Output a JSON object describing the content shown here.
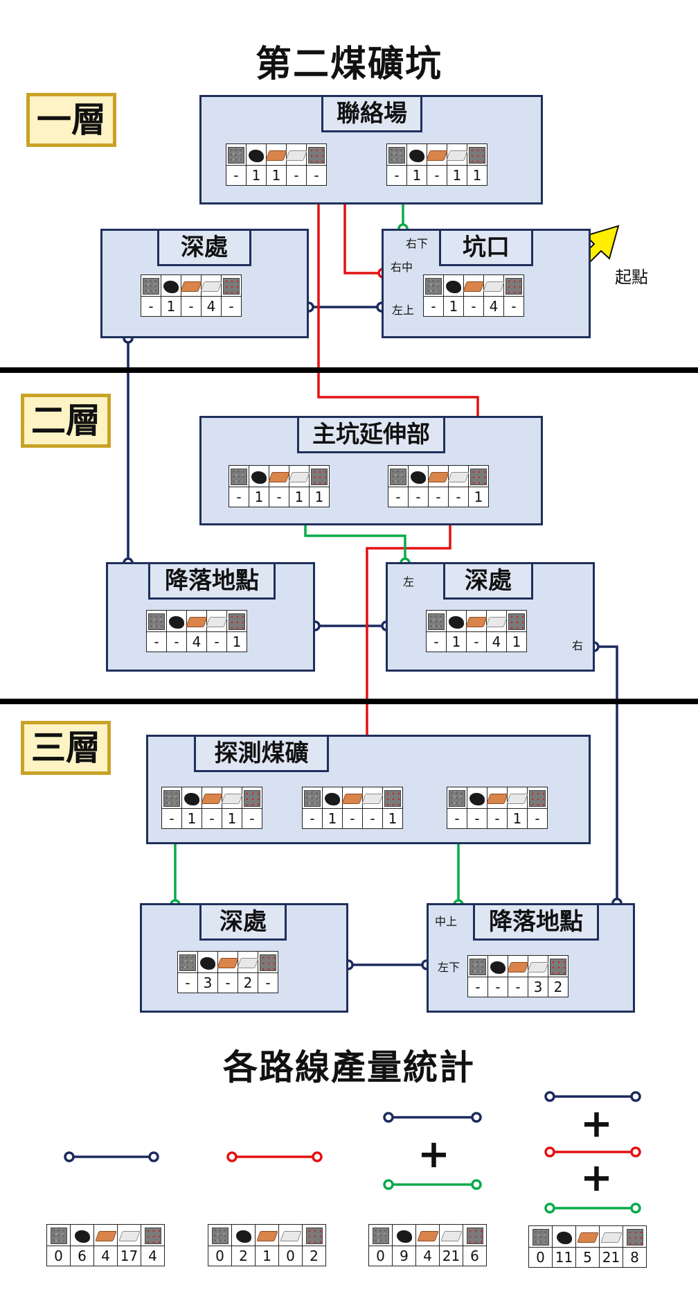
{
  "title": "第二煤礦坑",
  "stats_title": "各路線產量統計",
  "start_label": "起點",
  "floors": {
    "f1": "一層",
    "f2": "二層",
    "f3": "三層"
  },
  "rooms": {
    "f1_hub": {
      "title": "聯絡場",
      "tables": [
        [
          "-",
          "1",
          "1",
          "-",
          "-"
        ],
        [
          "-",
          "1",
          "-",
          "1",
          "1"
        ]
      ]
    },
    "f1_deep": {
      "title": "深處",
      "tables": [
        [
          "-",
          "1",
          "-",
          "4",
          "-"
        ]
      ]
    },
    "f1_entry": {
      "title": "坑口",
      "tables": [
        [
          "-",
          "1",
          "-",
          "4",
          "-"
        ]
      ]
    },
    "f2_main": {
      "title": "主坑延伸部",
      "tables": [
        [
          "-",
          "1",
          "-",
          "1",
          "1"
        ],
        [
          "-",
          "-",
          "-",
          "-",
          "1"
        ]
      ]
    },
    "f2_landing": {
      "title": "降落地點",
      "tables": [
        [
          "-",
          "-",
          "4",
          "-",
          "1"
        ]
      ]
    },
    "f2_deep": {
      "title": "深處",
      "tables": [
        [
          "-",
          "1",
          "-",
          "4",
          "1"
        ]
      ]
    },
    "f3_explore": {
      "title": "探測煤礦",
      "tables": [
        [
          "-",
          "1",
          "-",
          "1",
          "-"
        ],
        [
          "-",
          "1",
          "-",
          "-",
          "1"
        ],
        [
          "-",
          "-",
          "-",
          "1",
          "-"
        ]
      ]
    },
    "f3_deep": {
      "title": "深處",
      "tables": [
        [
          "-",
          "3",
          "-",
          "2",
          "-"
        ]
      ]
    },
    "f3_landing": {
      "title": "降落地點",
      "tables": [
        [
          "-",
          "-",
          "-",
          "3",
          "2"
        ]
      ]
    }
  },
  "port_labels": {
    "entry_right_bottom": "右下",
    "entry_right_mid": "右中",
    "entry_left_top": "左上",
    "f2deep_left": "左",
    "f2deep_right": "右",
    "f3landing_mid_top": "中上",
    "f3landing_left_bottom": "左下"
  },
  "stats": [
    {
      "values": [
        "0",
        "6",
        "4",
        "17",
        "4"
      ]
    },
    {
      "values": [
        "0",
        "2",
        "1",
        "0",
        "2"
      ]
    },
    {
      "values": [
        "0",
        "9",
        "4",
        "21",
        "6"
      ]
    },
    {
      "values": [
        "0",
        "11",
        "5",
        "21",
        "8"
      ]
    }
  ],
  "plus_symbol": "+",
  "ore_icons": [
    "stone-icon",
    "coal-icon",
    "copper-ingot-icon",
    "iron-ingot-icon",
    "redstone-ore-icon"
  ],
  "colors": {
    "blue_route": "#1b2a5e",
    "red_route": "#e41111",
    "green_route": "#0aaa4a",
    "room_fill": "#d8e1f1",
    "floor_label_border": "#c9a227",
    "arrow": "#ffee00"
  }
}
